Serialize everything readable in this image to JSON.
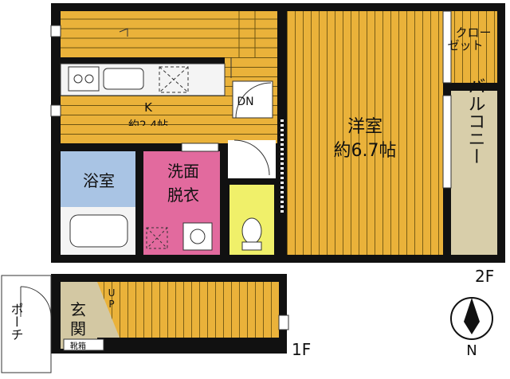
{
  "floor_plan": {
    "floors": {
      "upper": "2F",
      "lower": "1F"
    },
    "rooms": {
      "western_room": {
        "name": "洋室",
        "size": "約6.7帖",
        "color": "#eab23a"
      },
      "kitchen": {
        "name": "K",
        "size": "約2.4帖",
        "color": "#eab23a"
      },
      "closet": {
        "name": "クローゼット",
        "line1": "クロー",
        "line2": "ゼット",
        "color": "#eab23a"
      },
      "balcony": {
        "name": "バルコニー",
        "color": "#d8ceaa"
      },
      "bath": {
        "name": "浴室",
        "color": "#a9c4e4"
      },
      "washroom": {
        "name_line1": "洗面",
        "name_line2": "脱衣",
        "color": "#e26a9e"
      },
      "toilet": {
        "color": "#f0f06a"
      },
      "entrance": {
        "name_line1": "玄",
        "name_line2": "関",
        "color": "#d3c8a3"
      },
      "shoe_box": {
        "name": "靴箱"
      },
      "porch": {
        "name": "ポーチ"
      }
    },
    "stairs": {
      "down": "DN",
      "up": "UP"
    },
    "compass": {
      "label": "N"
    },
    "colors": {
      "wall": "#111111",
      "floor_wood": "#eab23a",
      "stair_wood": "#eab23a",
      "line": "#333333"
    }
  }
}
